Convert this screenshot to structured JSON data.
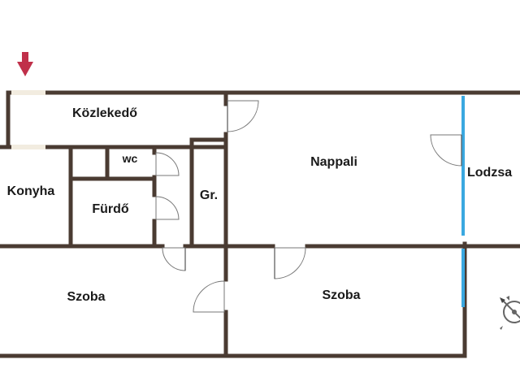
{
  "rooms": {
    "kozlekedo": "Közlekedő",
    "nappali": "Nappali",
    "lodzsa": "Lodzsa",
    "wc": "wc",
    "konyha": "Konyha",
    "furdo": "Fürdő",
    "gardrob": "Gr.",
    "szoba_left": "Szoba",
    "szoba_right": "Szoba"
  },
  "icons": {
    "entrance": "entrance-arrow-icon",
    "compass": "compass-icon"
  },
  "colors": {
    "wall": "#4a3b32",
    "window": "#3aa8e0",
    "entrance_arrow": "#c0304a"
  }
}
